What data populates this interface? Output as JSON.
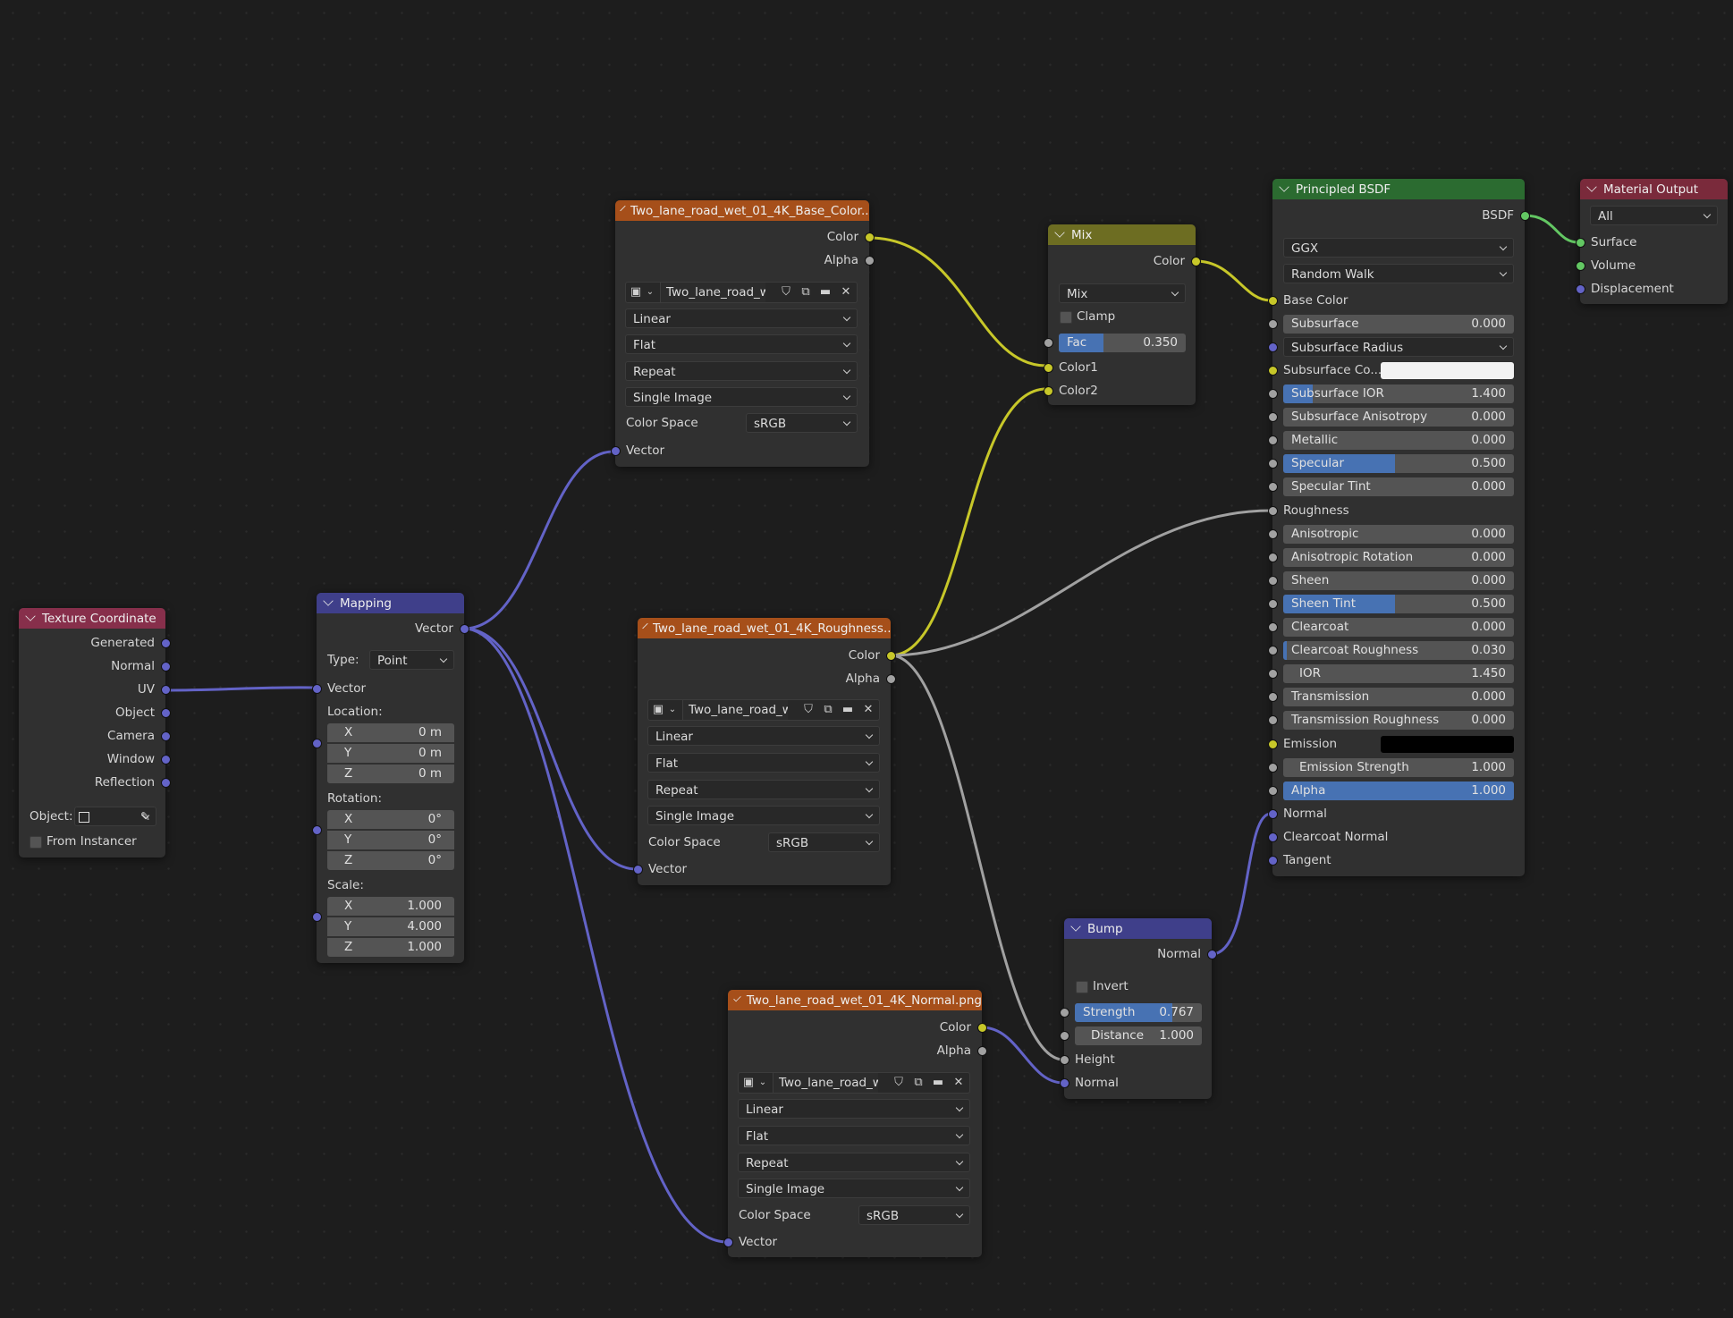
{
  "nodes": {
    "texcoord": {
      "title": "Texture Coordinate",
      "outputs": [
        "Generated",
        "Normal",
        "UV",
        "Object",
        "Camera",
        "Window",
        "Reflection"
      ],
      "object_label": "Object:",
      "from_instancer_label": "From Instancer"
    },
    "mapping": {
      "title": "Mapping",
      "output": "Vector",
      "type_label": "Type:",
      "type_value": "Point",
      "vector_label": "Vector",
      "location_label": "Location:",
      "location": [
        {
          "axis": "X",
          "value": "0 m"
        },
        {
          "axis": "Y",
          "value": "0 m"
        },
        {
          "axis": "Z",
          "value": "0 m"
        }
      ],
      "rotation_label": "Rotation:",
      "rotation": [
        {
          "axis": "X",
          "value": "0°"
        },
        {
          "axis": "Y",
          "value": "0°"
        },
        {
          "axis": "Z",
          "value": "0°"
        }
      ],
      "scale_label": "Scale:",
      "scale": [
        {
          "axis": "X",
          "value": "1.000"
        },
        {
          "axis": "Y",
          "value": "4.000"
        },
        {
          "axis": "Z",
          "value": "1.000"
        }
      ]
    },
    "img_base": {
      "title": "Two_lane_road_wet_01_4K_Base_Color....",
      "out_color": "Color",
      "out_alpha": "Alpha",
      "image_name": "Two_lane_road_w...",
      "interpolation": "Linear",
      "projection": "Flat",
      "extension": "Repeat",
      "source": "Single Image",
      "colorspace_label": "Color Space",
      "colorspace": "sRGB",
      "in_vector": "Vector"
    },
    "img_rough": {
      "title": "Two_lane_road_wet_01_4K_Roughness....",
      "out_color": "Color",
      "out_alpha": "Alpha",
      "image_name": "Two_lane_road_w...",
      "interpolation": "Linear",
      "projection": "Flat",
      "extension": "Repeat",
      "source": "Single Image",
      "colorspace_label": "Color Space",
      "colorspace": "sRGB",
      "in_vector": "Vector"
    },
    "img_normal": {
      "title": "Two_lane_road_wet_01_4K_Normal.png",
      "out_color": "Color",
      "out_alpha": "Alpha",
      "image_name": "Two_lane_road_w...",
      "interpolation": "Linear",
      "projection": "Flat",
      "extension": "Repeat",
      "source": "Single Image",
      "colorspace_label": "Color Space",
      "colorspace": "sRGB",
      "in_vector": "Vector"
    },
    "mix": {
      "title": "Mix",
      "out_color": "Color",
      "blend": "Mix",
      "clamp_label": "Clamp",
      "fac_label": "Fac",
      "fac_value": "0.350",
      "fac": 0.35,
      "in_color1": "Color1",
      "in_color2": "Color2"
    },
    "bump": {
      "title": "Bump",
      "out_normal": "Normal",
      "invert_label": "Invert",
      "strength_label": "Strength",
      "strength_value": "0.767",
      "strength": 0.767,
      "distance_label": "Distance",
      "distance_value": "1.000",
      "in_height": "Height",
      "in_normal": "Normal"
    },
    "bsdf": {
      "title": "Principled BSDF",
      "out_bsdf": "BSDF",
      "distribution": "GGX",
      "subsurface_method": "Random Walk",
      "base_color": "Base Color",
      "subsurface_label": "Subsurface",
      "subsurface_value": "0.000",
      "subsurface_radius": "Subsurface Radius",
      "subsurface_color_label": "Subsurface Co...",
      "subsurface_ior_label": "Subsurface IOR",
      "subsurface_ior_value": "1.400",
      "subsurface_aniso_label": "Subsurface Anisotropy",
      "subsurface_aniso_value": "0.000",
      "metallic_label": "Metallic",
      "metallic_value": "0.000",
      "specular_label": "Specular",
      "specular_value": "0.500",
      "specular_tint_label": "Specular Tint",
      "specular_tint_value": "0.000",
      "roughness_label": "Roughness",
      "anisotropic_label": "Anisotropic",
      "anisotropic_value": "0.000",
      "aniso_rot_label": "Anisotropic Rotation",
      "aniso_rot_value": "0.000",
      "sheen_label": "Sheen",
      "sheen_value": "0.000",
      "sheen_tint_label": "Sheen Tint",
      "sheen_tint_value": "0.500",
      "clearcoat_label": "Clearcoat",
      "clearcoat_value": "0.000",
      "clearcoat_rough_label": "Clearcoat Roughness",
      "clearcoat_rough_value": "0.030",
      "ior_label": "IOR",
      "ior_value": "1.450",
      "transmission_label": "Transmission",
      "transmission_value": "0.000",
      "trans_rough_label": "Transmission Roughness",
      "trans_rough_value": "0.000",
      "emission_label": "Emission",
      "emission_strength_label": "Emission Strength",
      "emission_strength_value": "1.000",
      "alpha_label": "Alpha",
      "alpha_value": "1.000",
      "normal_label": "Normal",
      "clearcoat_normal_label": "Clearcoat Normal",
      "tangent_label": "Tangent"
    },
    "output": {
      "title": "Material Output",
      "target": "All",
      "surface": "Surface",
      "volume": "Volume",
      "displacement": "Displacement"
    }
  },
  "colors": {
    "image_header": "#a64f1a",
    "vector_header": "#3f3f8a",
    "input_header": "#872f4b",
    "color_header": "#6d6d22",
    "shader_header": "#2b6b30",
    "output_header": "#7a2a3b",
    "socket_color": "#c7c729",
    "socket_float": "#a1a1a1",
    "socket_vector": "#6363c7",
    "socket_shader": "#63c763",
    "value_slider": "#4772b3"
  }
}
